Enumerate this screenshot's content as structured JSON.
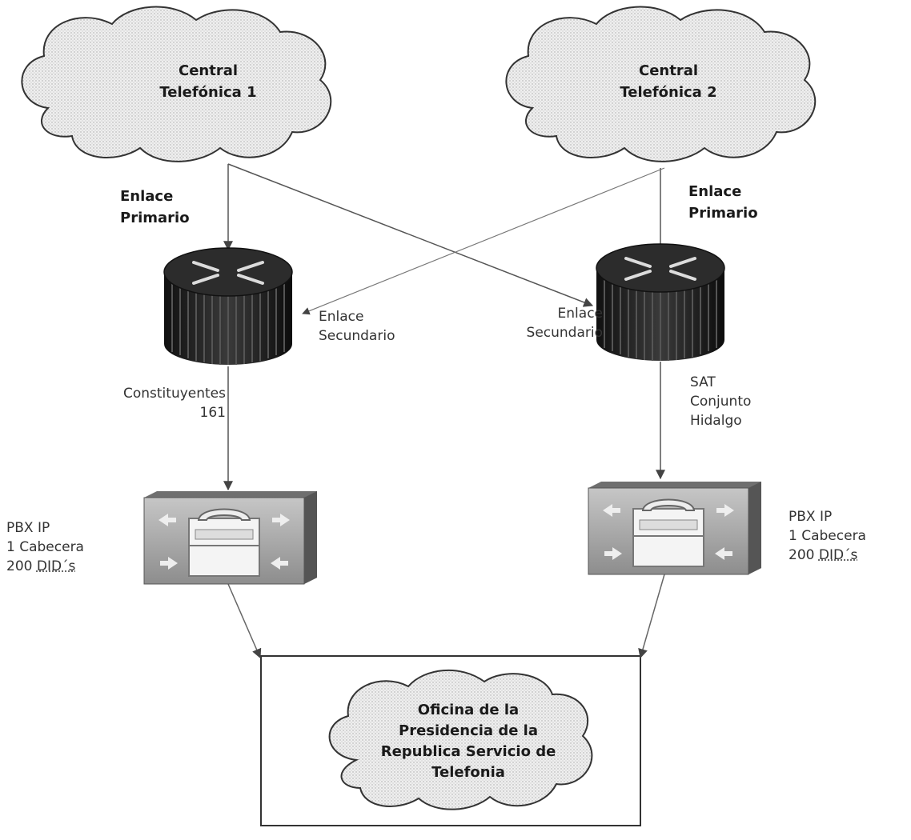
{
  "clouds": {
    "central1": "Central\nTelefónica 1",
    "central2": "Central\nTelefónica 2",
    "office": "Oficina de la\nPresidencia de la\nRepublica Servicio de\nTelefonia"
  },
  "links": {
    "primary_left": "Enlace\nPrimario",
    "primary_right": "Enlace\nPrimario",
    "secondary_left": "Enlace\nSecundario",
    "secondary_right": "Enlace\nSecundario"
  },
  "sites": {
    "left": "Constituyentes\n161",
    "right": "SAT\nConjunto\nHidalgo"
  },
  "pbx": {
    "left": {
      "line1": "PBX IP",
      "line2": "1 Cabecera",
      "line3_num": "200",
      "line3_unit": "DID´s"
    },
    "right": {
      "line1": "PBX IP",
      "line2": "1 Cabecera",
      "line3_num": "200",
      "line3_unit": "DID´s"
    }
  }
}
